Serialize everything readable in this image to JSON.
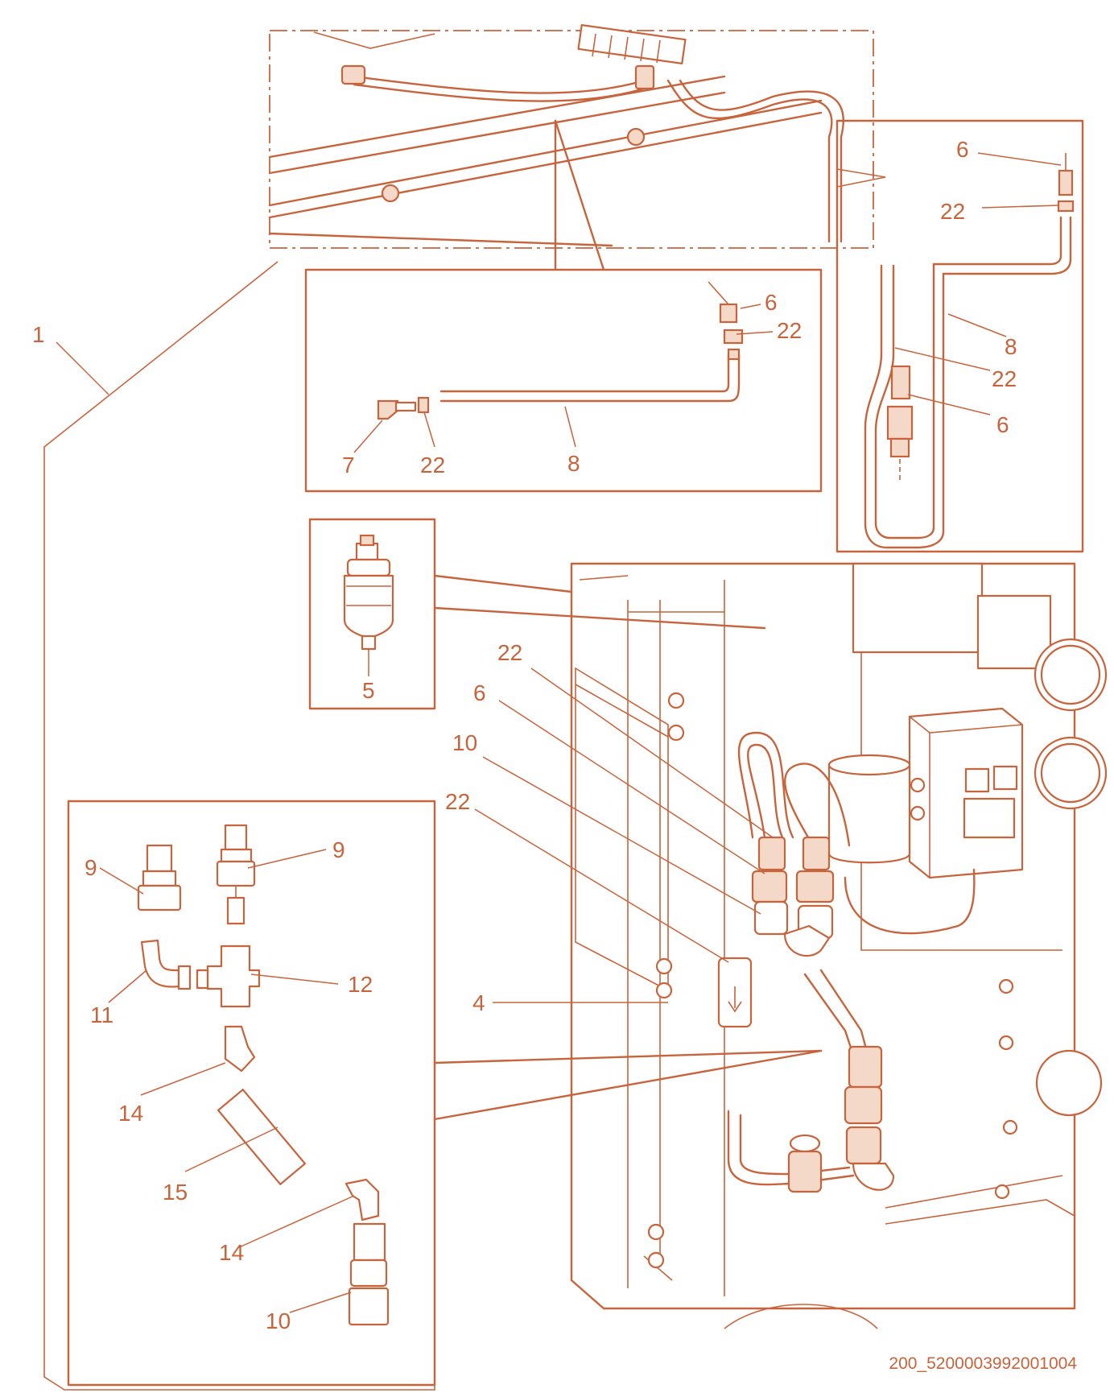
{
  "diagram": {
    "drawing_number": "200_5200003992001004",
    "colors": {
      "line": "#c8643c",
      "background": "#ffffff",
      "fill_light": "#f4d8c8"
    }
  },
  "callouts": [
    {
      "id": "c1-main",
      "text": "1"
    },
    {
      "id": "c6-right-top",
      "text": "6"
    },
    {
      "id": "c22-right-top",
      "text": "22"
    },
    {
      "id": "c6-upper",
      "text": "6"
    },
    {
      "id": "c22-upper",
      "text": "22"
    },
    {
      "id": "c8-right",
      "text": "8"
    },
    {
      "id": "c22-right-mid",
      "text": "22"
    },
    {
      "id": "c6-right-low",
      "text": "6"
    },
    {
      "id": "c7",
      "text": "7"
    },
    {
      "id": "c22-lower",
      "text": "22"
    },
    {
      "id": "c8-lower",
      "text": "8"
    },
    {
      "id": "c5",
      "text": "5"
    },
    {
      "id": "c22-main-a",
      "text": "22"
    },
    {
      "id": "c6-main",
      "text": "6"
    },
    {
      "id": "c10-main",
      "text": "10"
    },
    {
      "id": "c22-main-b",
      "text": "22"
    },
    {
      "id": "c4",
      "text": "4"
    },
    {
      "id": "c9-left",
      "text": "9"
    },
    {
      "id": "c9-right",
      "text": "9"
    },
    {
      "id": "c11",
      "text": "11"
    },
    {
      "id": "c12",
      "text": "12"
    },
    {
      "id": "c14-upper",
      "text": "14"
    },
    {
      "id": "c15",
      "text": "15"
    },
    {
      "id": "c14-lower",
      "text": "14"
    },
    {
      "id": "c10-exploded",
      "text": "10"
    }
  ]
}
